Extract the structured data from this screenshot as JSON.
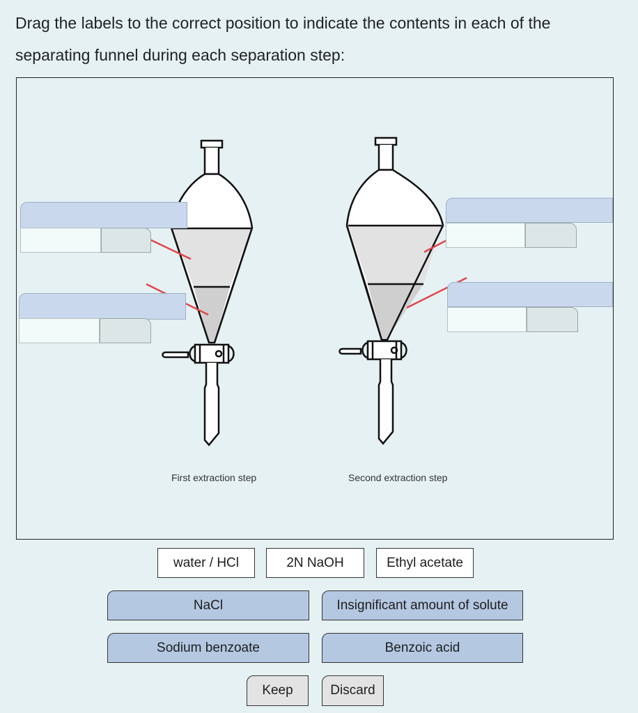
{
  "instruction": "Drag the labels to the correct position to indicate the contents in each of the separating funnel during each separation step:",
  "diagram": {
    "first_step_label": "First extraction step",
    "second_step_label": "Second extraction step"
  },
  "labels": {
    "solvents": [
      "water / HCl",
      "2N NaOH",
      "Ethyl acetate"
    ],
    "solutes": [
      "NaCl",
      "Insignificant amount of solute",
      "Sodium benzoate",
      "Benzoic acid"
    ],
    "actions": [
      "Keep",
      "Discard"
    ]
  }
}
